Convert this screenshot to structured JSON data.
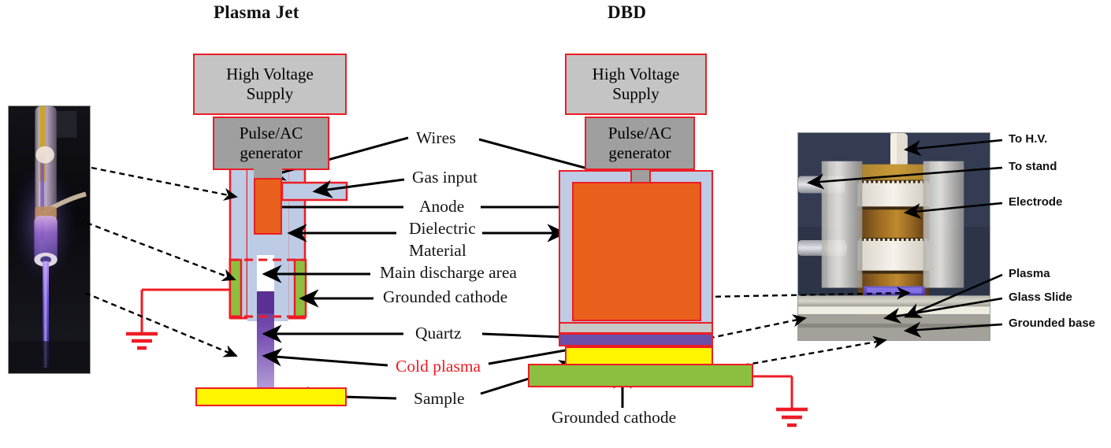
{
  "figure": {
    "titles": {
      "left": "Plasma Jet",
      "right": "DBD"
    }
  },
  "blocks": {
    "hv_supply": "High Voltage\nSupply",
    "hv_supply_line1": "High Voltage",
    "hv_supply_line2": "Supply",
    "generator_line1": "Pulse/AC",
    "generator_line2": "generator"
  },
  "center_labels": [
    {
      "id": "wires",
      "text": "Wires"
    },
    {
      "id": "gas-input",
      "text": "Gas input"
    },
    {
      "id": "anode",
      "text": "Anode"
    },
    {
      "id": "dielectric",
      "text": "Dielectric"
    },
    {
      "id": "material",
      "text": "Material"
    },
    {
      "id": "main-discharge-area",
      "text": "Main discharge area"
    },
    {
      "id": "grounded-cathode",
      "text": "Grounded cathode"
    },
    {
      "id": "quartz",
      "text": "Quartz"
    },
    {
      "id": "cold-plasma",
      "text": "Cold plasma",
      "color": "#ed1c24"
    },
    {
      "id": "sample",
      "text": "Sample"
    }
  ],
  "dbd_bottom_label": {
    "id": "grounded-cathode-dbd",
    "text": "Grounded cathode"
  },
  "right_labels": [
    {
      "id": "to-hv",
      "text": "To H.V."
    },
    {
      "id": "to-stand",
      "text": "To stand"
    },
    {
      "id": "electrode",
      "text": "Electrode"
    },
    {
      "id": "plasma",
      "text": "Plasma"
    },
    {
      "id": "glass-slide",
      "text": "Glass Slide"
    },
    {
      "id": "grounded-base",
      "text": "Grounded base"
    }
  ],
  "colors": {
    "circuit_red": "#ee1c25",
    "anode_orange": "#e8601c",
    "dielectric_blue": "#bdcce4",
    "cathode_green": "#8cbf3f",
    "sample_yellow": "#fff500",
    "plasma_purple": "#6b3f9e",
    "quartz_gray": "#c8c8c8",
    "supply_gray": "#c4c4c4",
    "generator_gray": "#9f9f9f",
    "label_red": "#ed1c24"
  }
}
